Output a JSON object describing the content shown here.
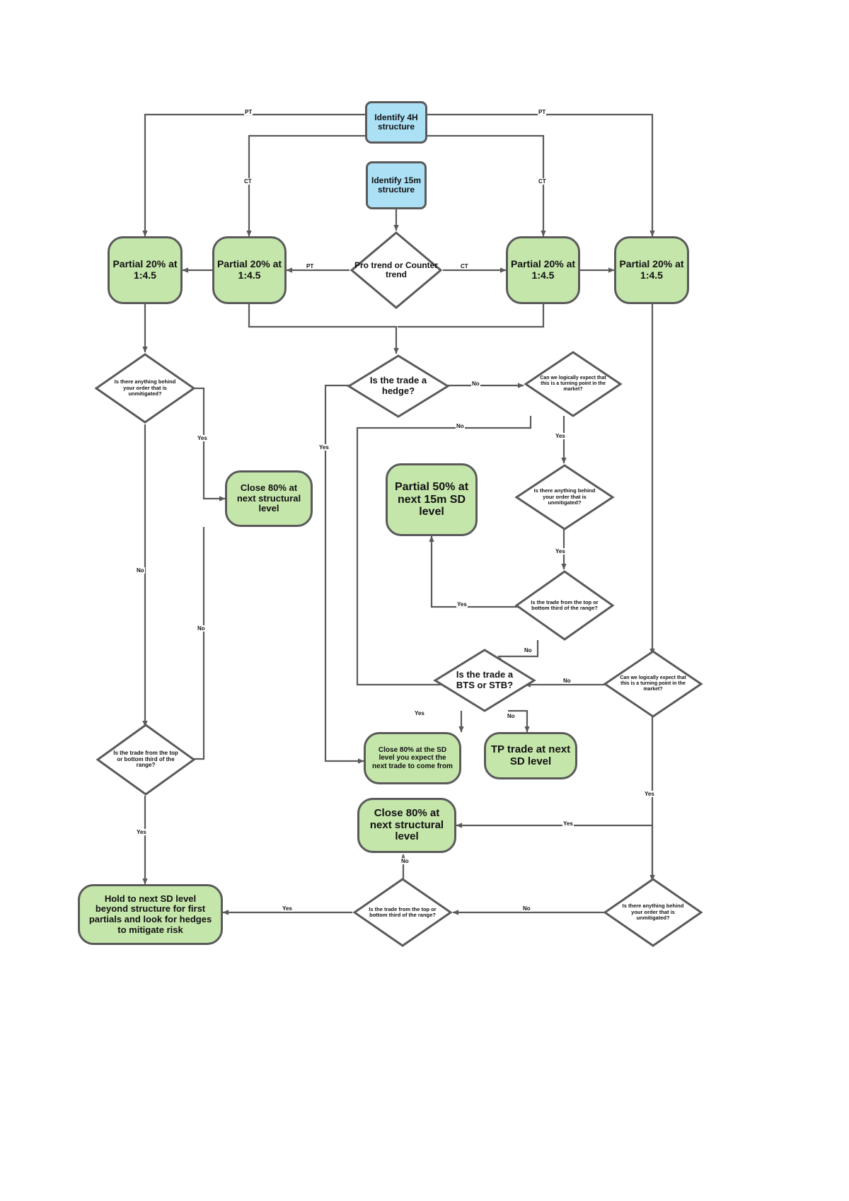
{
  "meta": {
    "title": "Trading partials and exits decision flowchart",
    "colors": {
      "process_fill": "#ace0f5",
      "terminal_fill": "#c5e6ab",
      "stroke": "#5a5a5a",
      "text": "#111111",
      "background": "#ffffff"
    }
  },
  "nodes": {
    "identify_4h": "Identify 4H structure",
    "identify_15m": "Identify 15m structure",
    "pro_or_counter": "Pro trend or Counter trend",
    "partial_far_left": "Partial 20% at 1:4.5",
    "partial_left": "Partial 20% at 1:4.5",
    "partial_right": "Partial 20% at 1:4.5",
    "partial_far_right": "Partial 20% at 1:4.5",
    "unmitigated_left": "Is there anything behind your order that is unmitigated?",
    "is_hedge": "Is the trade a hedge?",
    "turning_point_top": "Can we logically expect that this is a turning point in the market?",
    "close80_structural_left": "Close 80% at next structural level",
    "partial50_15m": "Partial 50% at next 15m SD level",
    "unmitigated_mid": "Is there anything behind your order that is unmitigated?",
    "third_of_range_mid": "Is the trade from the top or bottom third of the range?",
    "third_of_range_left": "Is the trade from the top or bottom third of the range?",
    "bts_or_stb": "Is the trade a BTS or STB?",
    "turning_point_right": "Can we logically expect that this is a turning point in the market?",
    "close80_sd_level": "Close 80% at the SD level you expect the next trade to come from",
    "tp_trade": "TP trade at next SD level",
    "close80_structural_bottom": "Close 80% at next structural level",
    "third_of_range_bottom": "Is the trade from the top or bottom third of the range?",
    "unmitigated_right": "Is there anything behind your order that is unmitigated?",
    "hold_next_sd": "Hold to next SD level beyond structure for first partials and look for hedges to mitigate risk"
  },
  "edge_labels": {
    "pt_far_left": "PT",
    "pt_far_right": "PT",
    "ct_left": "CT",
    "ct_right": "CT",
    "pt_mid": "PT",
    "ct_mid": "CT",
    "yes_unmit_left": "Yes",
    "no_unmit_left": "No",
    "no_close80_left": "No",
    "yes_third_left": "Yes",
    "yes_hedge": "Yes",
    "no_hedge": "No",
    "no_turning_top": "No",
    "yes_turning_top": "Yes",
    "yes_unmit_mid": "Yes",
    "yes_third_mid": "Yes",
    "no_third_mid": "No",
    "yes_bts": "Yes",
    "no_bts": "No",
    "no_turning_right": "No",
    "yes_turning_right": "Yes",
    "yes_unmit_right_top": "Yes",
    "no_unmit_right": "No",
    "no_third_bottom": "No",
    "yes_third_bottom": "Yes"
  },
  "chart_data": {
    "type": "diagram",
    "diagram_kind": "flowchart",
    "title": "Trading partials and exits decision flowchart",
    "shapes": {
      "rounded_rect_blue": "process",
      "stadium_green": "terminal/action",
      "diamond_white": "decision"
    },
    "flow": [
      {
        "from": "identify_4h",
        "to": "partial_far_left",
        "label": "PT"
      },
      {
        "from": "identify_4h",
        "to": "partial_far_right",
        "label": "PT"
      },
      {
        "from": "identify_4h",
        "to": "partial_left",
        "label": "CT"
      },
      {
        "from": "identify_4h",
        "to": "partial_right",
        "label": "CT"
      },
      {
        "from": "identify_15m",
        "to": "pro_or_counter",
        "label": ""
      },
      {
        "from": "pro_or_counter",
        "to": "partial_left",
        "label": "PT"
      },
      {
        "from": "pro_or_counter",
        "to": "partial_right",
        "label": "CT"
      },
      {
        "from": "partial_far_left",
        "to": "unmitigated_left",
        "label": ""
      },
      {
        "from": "partial_left",
        "to": "is_hedge",
        "label": ""
      },
      {
        "from": "partial_right",
        "to": "is_hedge",
        "label": ""
      },
      {
        "from": "partial_far_right",
        "to": "turning_point_right",
        "label": ""
      },
      {
        "from": "unmitigated_left",
        "to": "close80_structural_left",
        "label": "Yes"
      },
      {
        "from": "unmitigated_left",
        "to": "third_of_range_left",
        "label": "No"
      },
      {
        "from": "close80_structural_left",
        "to": "third_of_range_left",
        "label": "No"
      },
      {
        "from": "third_of_range_left",
        "to": "hold_next_sd",
        "label": "Yes"
      },
      {
        "from": "is_hedge",
        "to": "close80_sd_level",
        "label": "Yes"
      },
      {
        "from": "is_hedge",
        "to": "turning_point_top",
        "label": "No"
      },
      {
        "from": "turning_point_top",
        "to": "bts_or_stb",
        "label": "No"
      },
      {
        "from": "turning_point_top",
        "to": "unmitigated_mid",
        "label": "Yes"
      },
      {
        "from": "unmitigated_mid",
        "to": "third_of_range_mid",
        "label": "Yes"
      },
      {
        "from": "third_of_range_mid",
        "to": "partial50_15m",
        "label": "Yes"
      },
      {
        "from": "third_of_range_mid",
        "to": "bts_or_stb",
        "label": "No"
      },
      {
        "from": "bts_or_stb",
        "to": "close80_sd_level",
        "label": "Yes"
      },
      {
        "from": "bts_or_stb",
        "to": "tp_trade",
        "label": "No"
      },
      {
        "from": "turning_point_right",
        "to": "bts_or_stb",
        "label": "No"
      },
      {
        "from": "turning_point_right",
        "to": "unmitigated_right",
        "label": "Yes"
      },
      {
        "from": "unmitigated_right",
        "to": "close80_structural_bottom",
        "label": "Yes"
      },
      {
        "from": "unmitigated_right",
        "to": "third_of_range_bottom",
        "label": "No"
      },
      {
        "from": "third_of_range_bottom",
        "to": "close80_structural_bottom",
        "label": "No"
      },
      {
        "from": "third_of_range_bottom",
        "to": "hold_next_sd",
        "label": "Yes"
      }
    ]
  }
}
